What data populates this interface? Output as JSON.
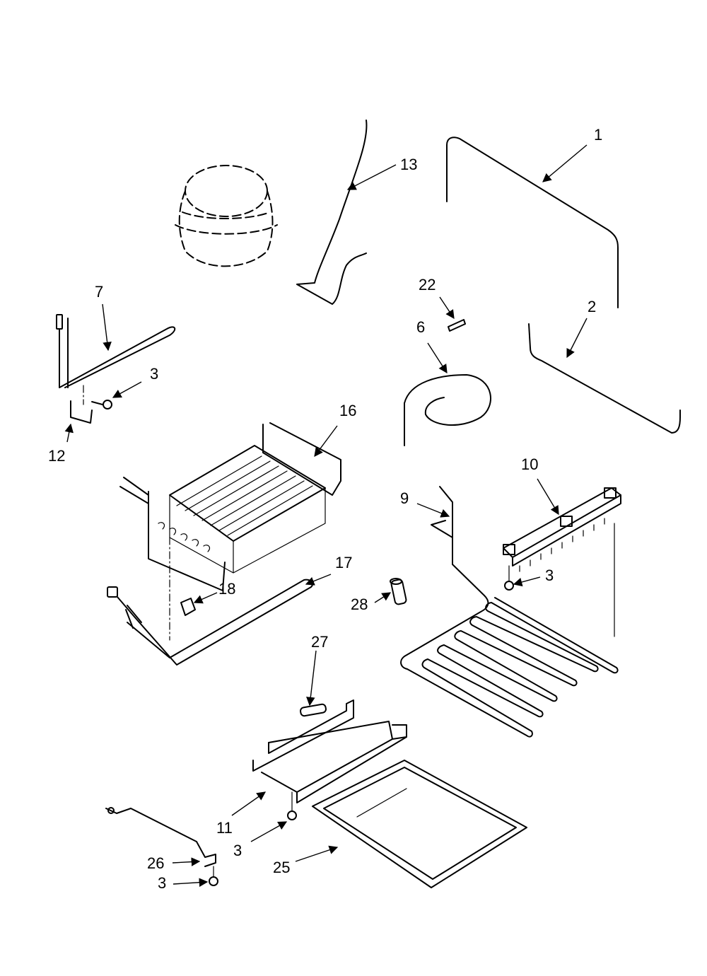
{
  "callouts": [
    {
      "id": "c1",
      "label": "1"
    },
    {
      "id": "c13",
      "label": "13"
    },
    {
      "id": "c7",
      "label": "7"
    },
    {
      "id": "c22",
      "label": "22"
    },
    {
      "id": "c2",
      "label": "2"
    },
    {
      "id": "c6",
      "label": "6"
    },
    {
      "id": "c3a",
      "label": "3"
    },
    {
      "id": "c12",
      "label": "12"
    },
    {
      "id": "c16",
      "label": "16"
    },
    {
      "id": "c10",
      "label": "10"
    },
    {
      "id": "c9",
      "label": "9"
    },
    {
      "id": "c3b",
      "label": "3"
    },
    {
      "id": "c17",
      "label": "17"
    },
    {
      "id": "c18",
      "label": "18"
    },
    {
      "id": "c28",
      "label": "28"
    },
    {
      "id": "c27",
      "label": "27"
    },
    {
      "id": "c11",
      "label": "11"
    },
    {
      "id": "c3c",
      "label": "3"
    },
    {
      "id": "c26",
      "label": "26"
    },
    {
      "id": "c25",
      "label": "25"
    },
    {
      "id": "c3d",
      "label": "3"
    }
  ]
}
